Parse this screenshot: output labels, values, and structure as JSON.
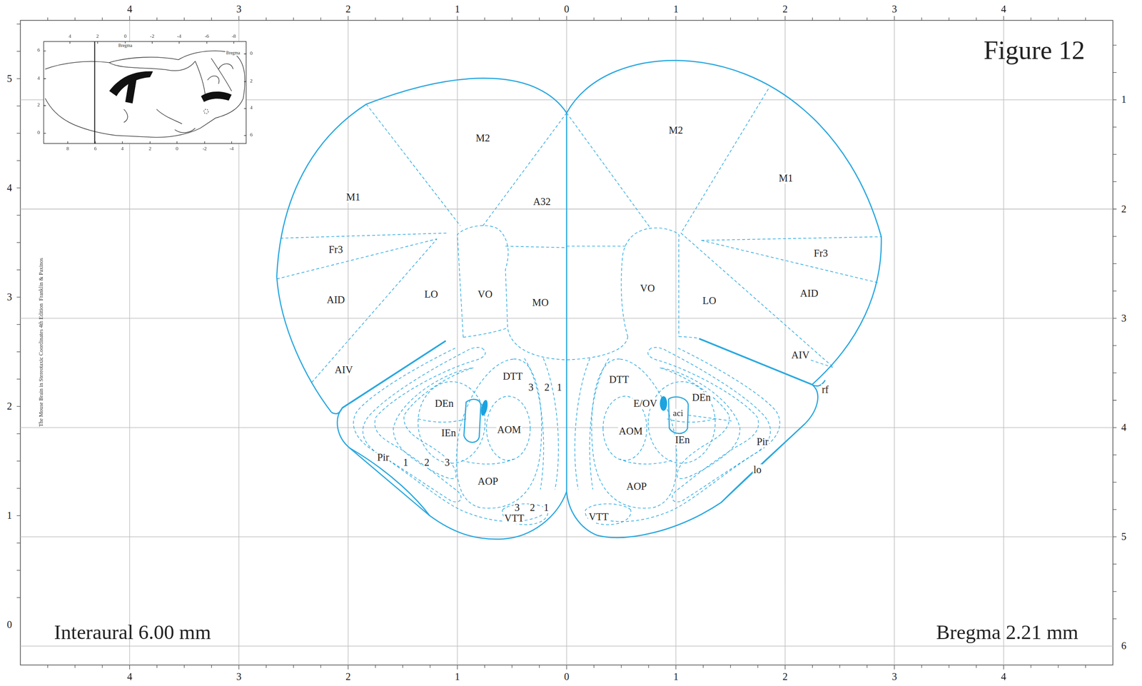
{
  "diagram": {
    "title": "Figure 12",
    "labels": [
      "4",
      "3",
      "2",
      "1",
      "0",
      "1",
      "2",
      "3",
      "4",
      "4",
      "3",
      "2",
      "1",
      "0",
      "1",
      "2",
      "3",
      "4",
      "5",
      "4",
      "3",
      "2",
      "1",
      "0",
      "1",
      "2",
      "3",
      "4",
      "5",
      "6",
      "4",
      "2",
      "0",
      "-2",
      "-4",
      "-6",
      "-8",
      "Bregma",
      "Bregma",
      "6",
      "4",
      "2",
      "0",
      "0",
      "2",
      "4",
      "6",
      "8",
      "6",
      "4",
      "2",
      "0",
      "-2",
      "-4",
      "The Mouse Brain in Stereotaxic Coordinates 4th Edition  Franklin & Paxinos",
      "M2",
      "A32",
      "M1",
      "Fr3",
      "AID",
      "LO",
      "VO",
      "MO",
      "AIV",
      "DTT",
      "3",
      "2",
      "1",
      "DEn",
      "IEn",
      "AOM",
      "Pir",
      "1",
      "2",
      "3",
      "AOP",
      "3",
      "2",
      "1",
      "VTT",
      "M2",
      "M1",
      "VO",
      "LO",
      "Fr3",
      "AID",
      "AIV",
      "rf",
      "DTT",
      "E/OV",
      "aci",
      "DEn",
      "AOM",
      "IEn",
      "Pir",
      "lo",
      "AOP",
      "VTT",
      "Interaural 6.00 mm",
      "Bregma 2.21 mm"
    ]
  }
}
